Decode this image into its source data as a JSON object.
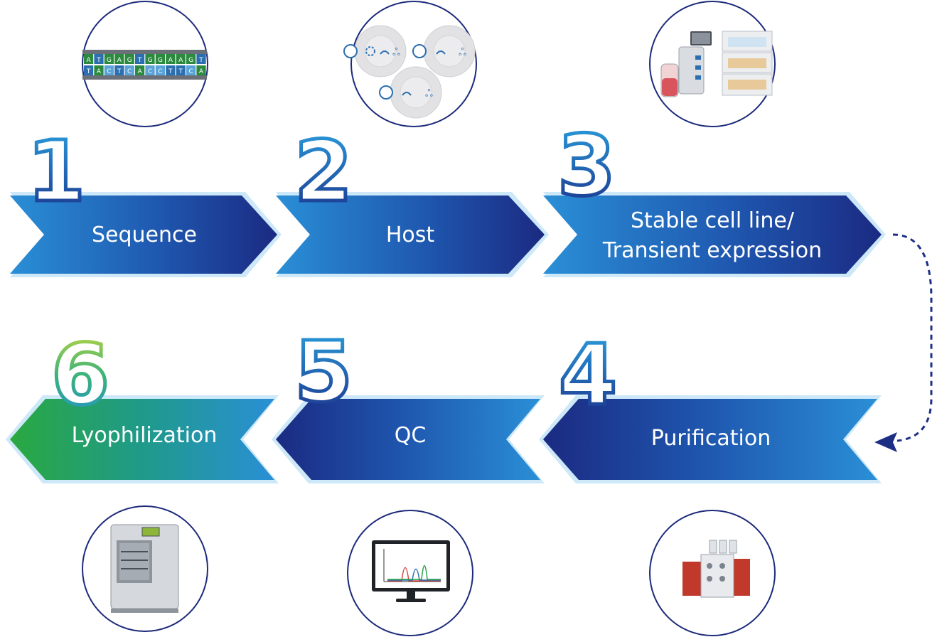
{
  "steps": [
    {
      "number": "1",
      "label": "Sequence"
    },
    {
      "number": "2",
      "label": "Host"
    },
    {
      "number": "3",
      "label_line1": "Stable cell line/",
      "label_line2": "Transient expression"
    },
    {
      "number": "4",
      "label": "Purification"
    },
    {
      "number": "5",
      "label": "QC"
    },
    {
      "number": "6",
      "label": "Lyophilization"
    }
  ],
  "dna": {
    "top": [
      "A",
      "T",
      "G",
      "A",
      "G",
      "T",
      "G",
      "G",
      "A",
      "A",
      "G",
      "T"
    ],
    "bottom": [
      "T",
      "A",
      "C",
      "T",
      "C",
      "A",
      "C",
      "C",
      "T",
      "T",
      "C",
      "A"
    ]
  },
  "colors": {
    "navy": "#1c2f85",
    "blue": "#1f6fc0",
    "light_blue": "#5fb3ea",
    "green": "#2aa84a",
    "teal": "#2a9a9a",
    "circle_stroke": "#1c2a7a"
  },
  "icons": {
    "step1": "dna-sequence-icon",
    "step2": "host-cells-icon",
    "step3": "bioreactor-icon",
    "step4": "chromatography-system-icon",
    "step5": "chromatogram-monitor-icon",
    "step6": "freeze-dryer-icon"
  }
}
